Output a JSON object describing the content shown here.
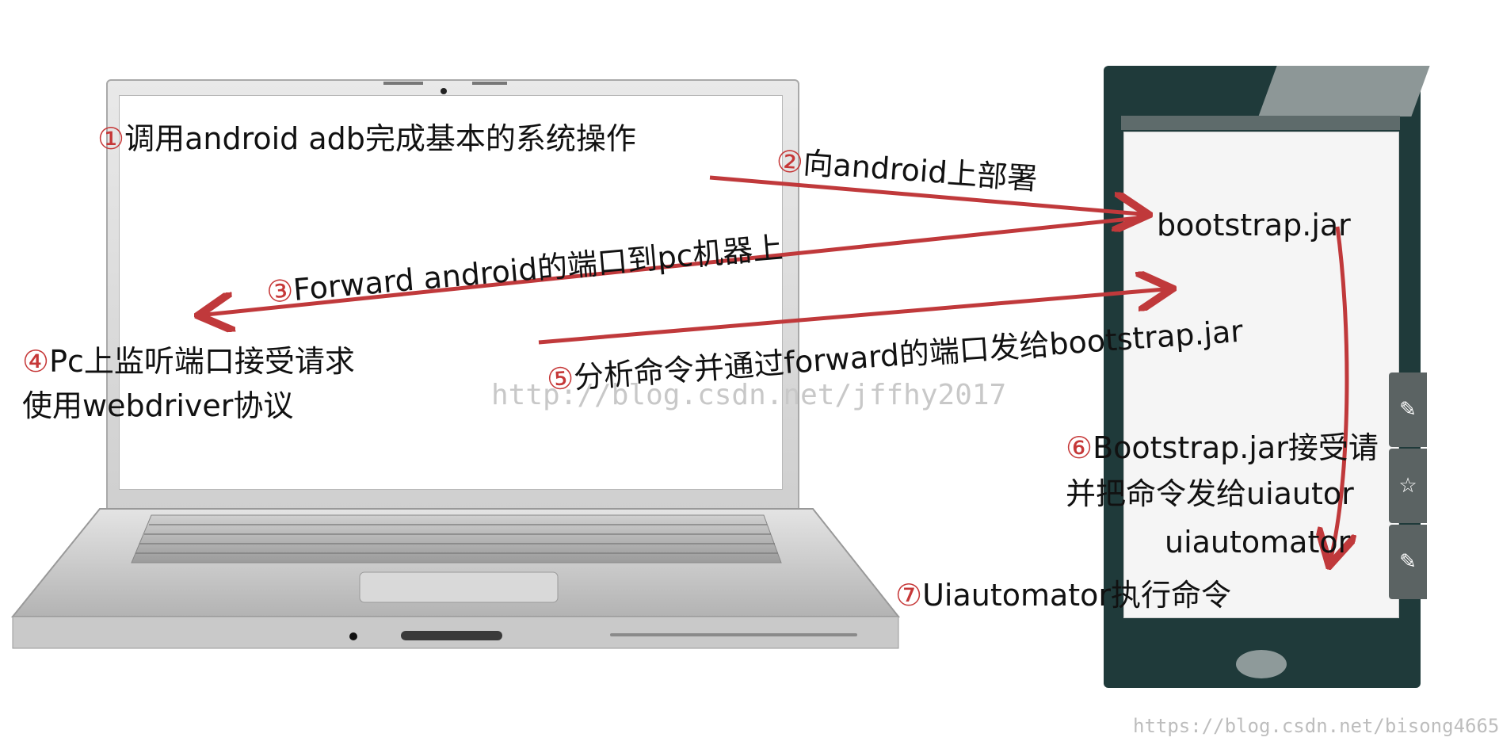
{
  "laptop_steps": {
    "step1": {
      "num": "①",
      "text": "调用android adb完成基本的系统操作"
    },
    "step3": {
      "num": "③",
      "text": "Forward android的端口到pc机器上"
    },
    "step4": {
      "num": "④",
      "line1": "Pc上监听端口接受请求",
      "line2": "使用webdriver协议"
    },
    "step5": {
      "num": "⑤",
      "text": "分析命令并通过forward的端口发给bootstrap.jar"
    }
  },
  "phone_steps": {
    "step2": {
      "num": "②",
      "text": "向android上部署"
    },
    "bootstrap_a": "bootstrap.jar",
    "step6": {
      "num": "⑥",
      "line1": "Bootstrap.jar接受请",
      "line2": "并把命令发给uiautor"
    },
    "uiautomator": "uiautomator",
    "step7": {
      "num": "⑦",
      "text": "Uiautomator执行命令"
    }
  },
  "watermarks": {
    "center": "http://blog.csdn.net/jffhy2017",
    "bottom_right": "https://blog.csdn.net/bisong4665"
  },
  "colors": {
    "arrow": "#c0393b",
    "step_number": "#c63838"
  },
  "icons": [
    "pencil-icon",
    "star-icon",
    "pencil-icon"
  ]
}
